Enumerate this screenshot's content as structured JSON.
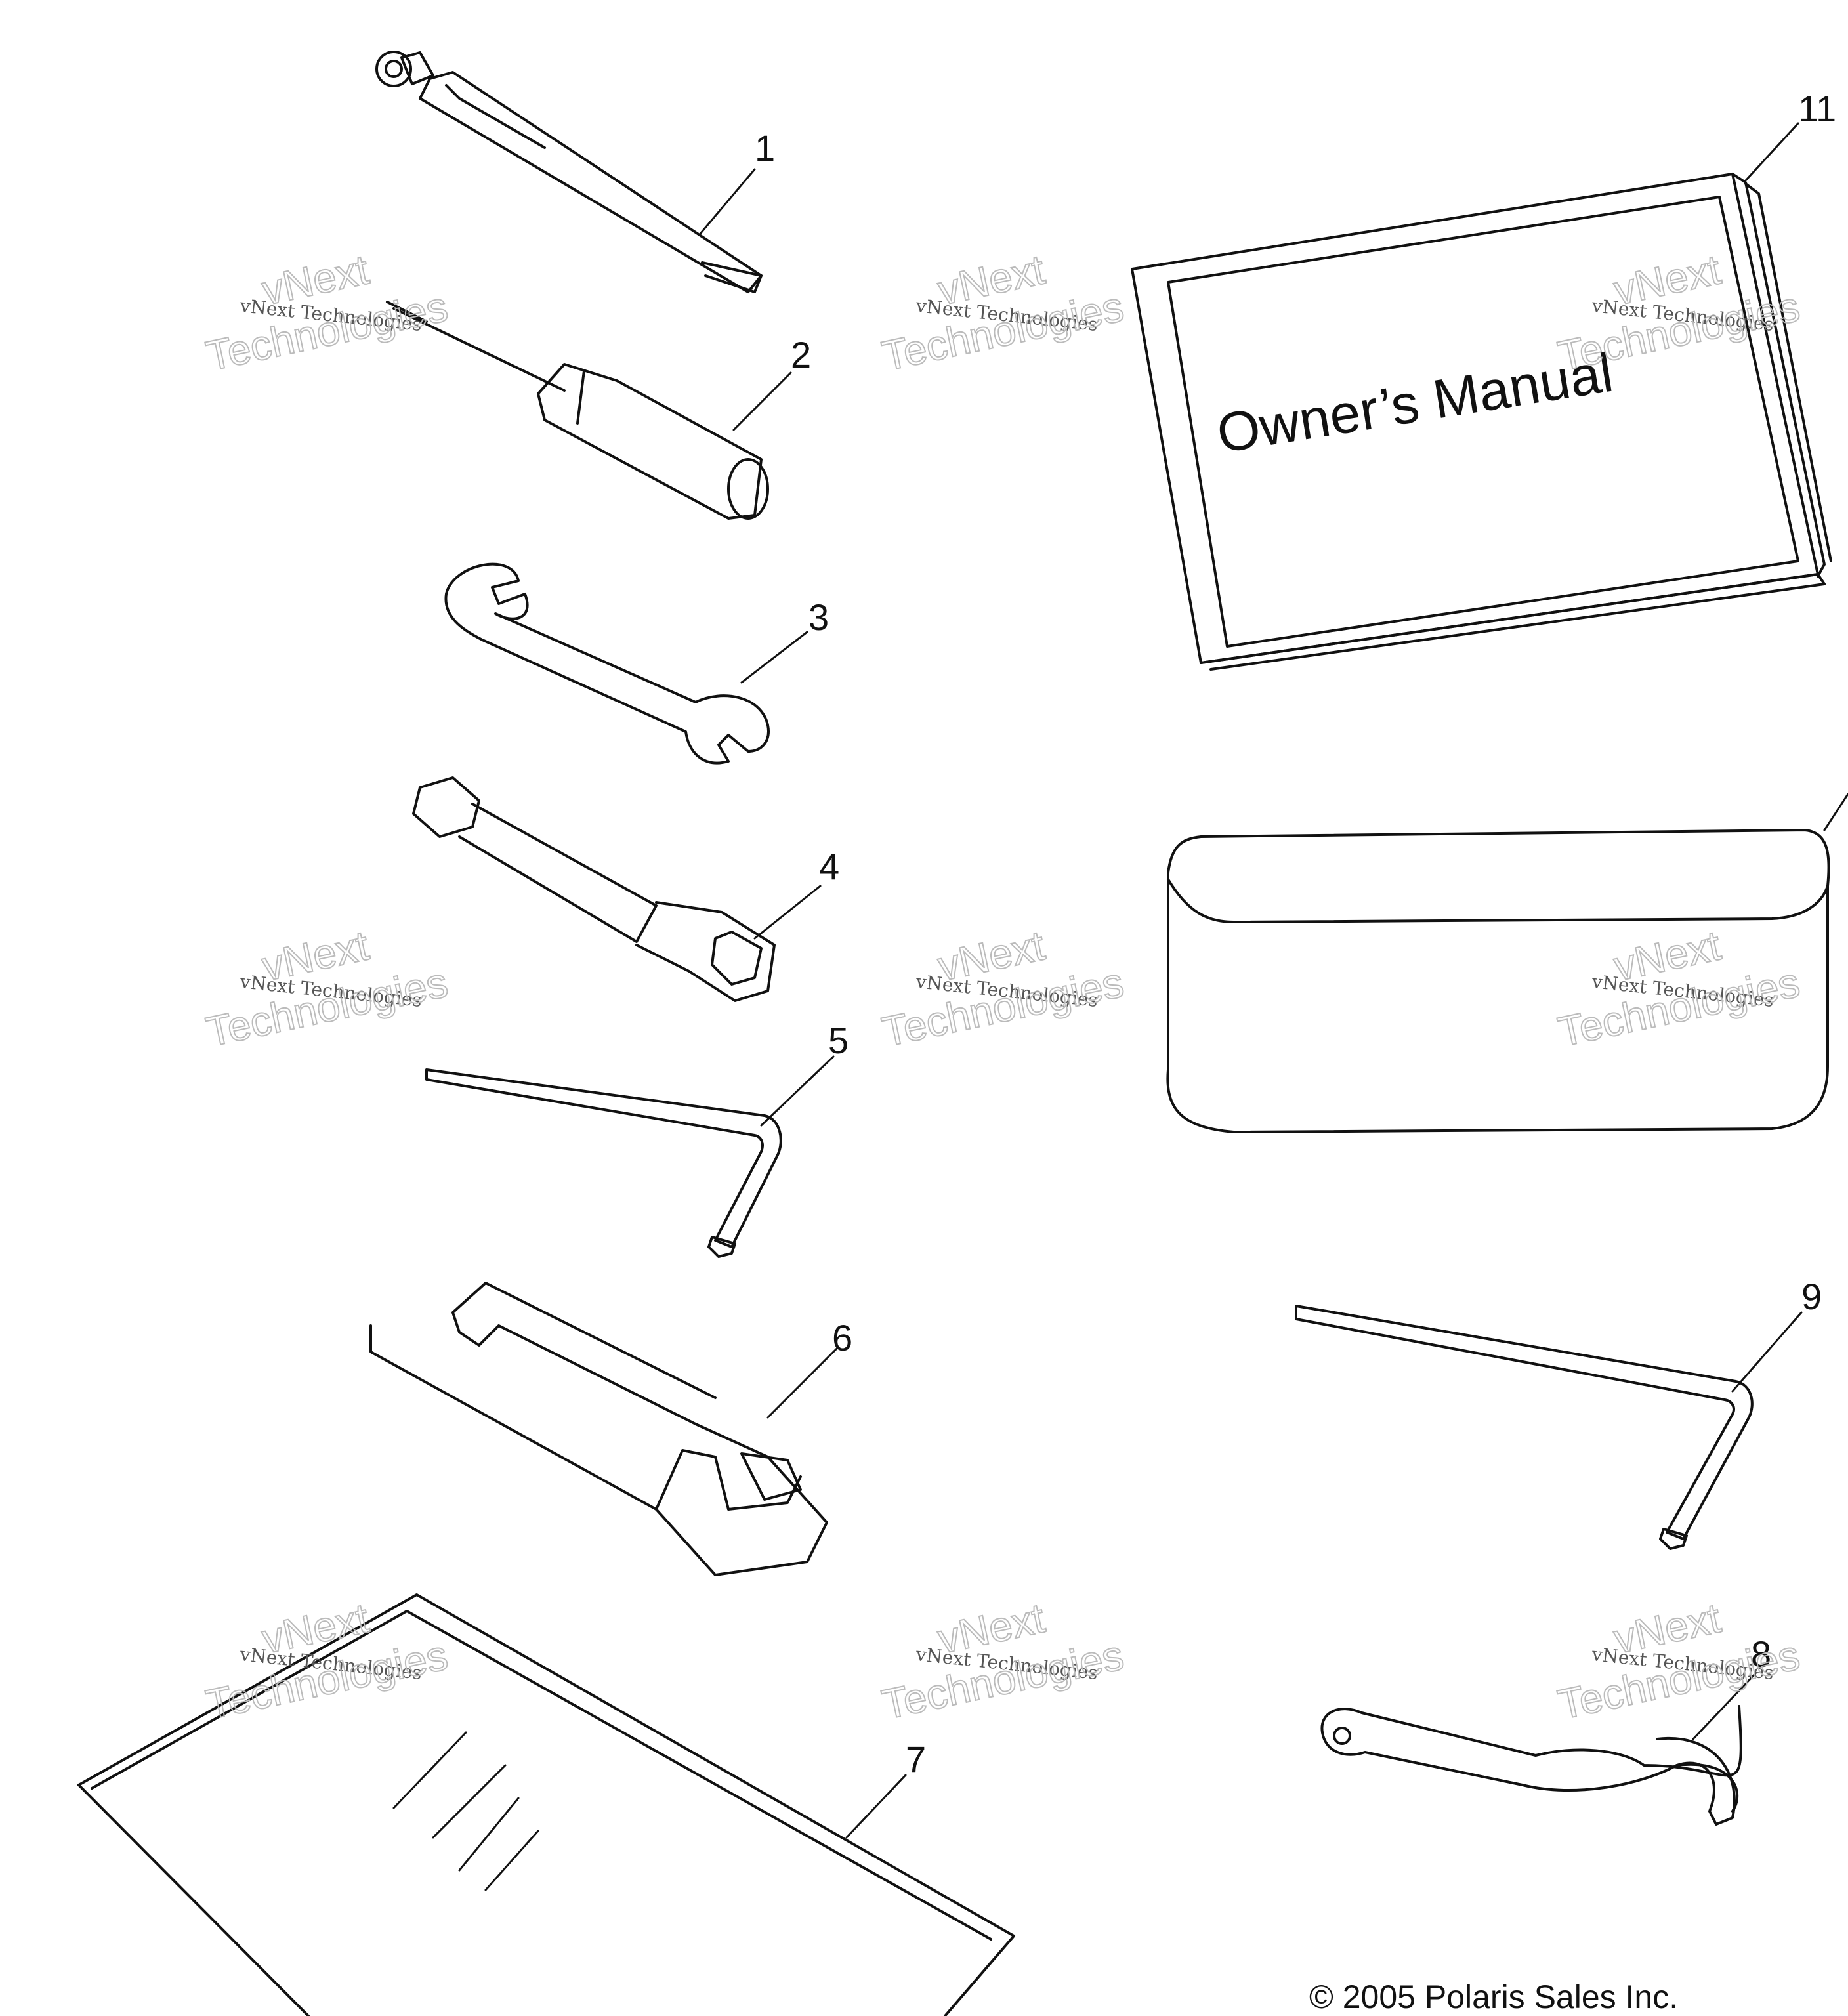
{
  "callouts": {
    "c1": "1",
    "c2": "2",
    "c3": "3",
    "c4": "4",
    "c5": "5",
    "c6": "6",
    "c7": "7",
    "c8": "8",
    "c9": "9",
    "c11": "11"
  },
  "manual": {
    "title": "Owner’s Manual"
  },
  "watermark": {
    "line1": "vNext Technologies",
    "line2": "vNext",
    "line3": "Technologies"
  },
  "copyright": "© 2005 Polaris Sales Inc."
}
